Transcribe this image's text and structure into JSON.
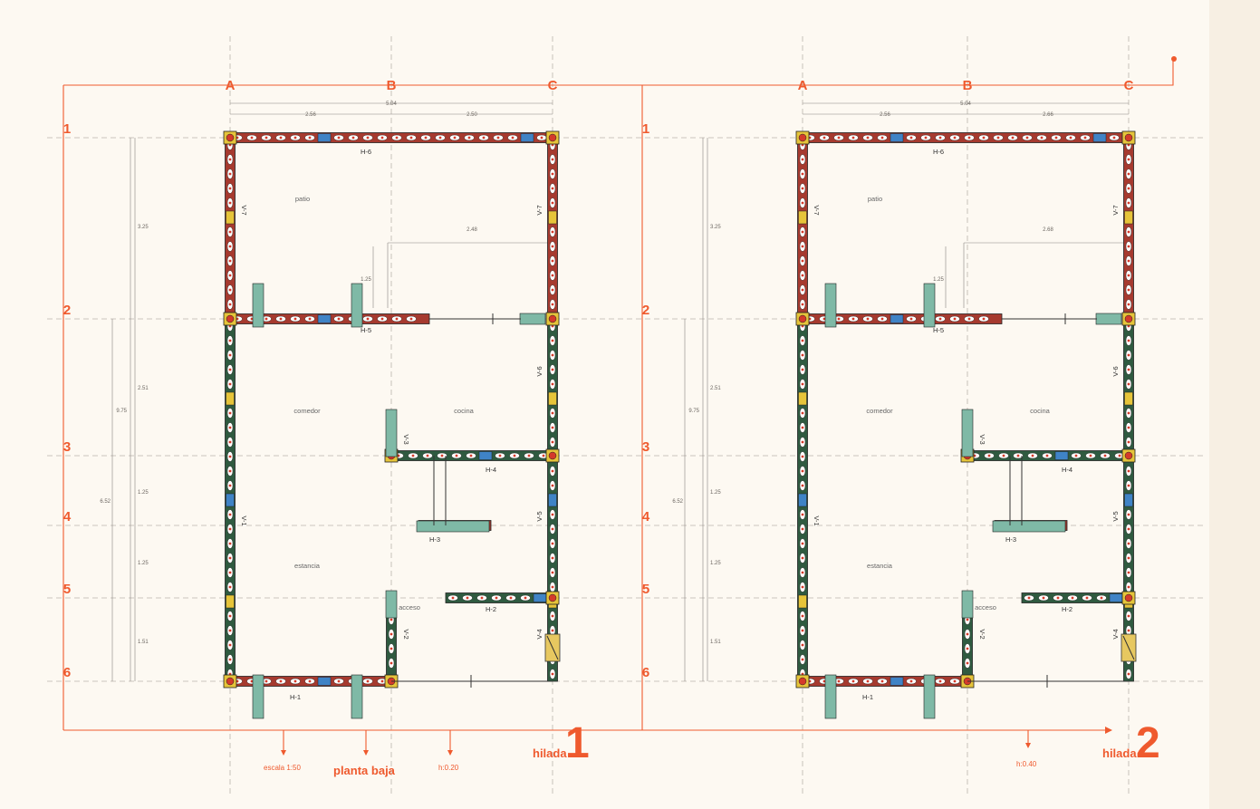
{
  "columns": [
    "A",
    "B",
    "C"
  ],
  "rows": [
    "1",
    "2",
    "3",
    "4",
    "5",
    "6"
  ],
  "colors": {
    "accent": "#ef5a2e",
    "wall_red": "#a63a2f",
    "wall_green": "#2f5a40",
    "block_blue": "#3f83c6",
    "block_yellow": "#e6c43a",
    "block_orange": "#e68a2a",
    "block_navy": "#1f2a66",
    "pad_teal": "#7fb9a6"
  },
  "plans": [
    {
      "dims": {
        "top_total": "5.04",
        "top_left": "2.56",
        "top_right": "2.50",
        "patio_height": "3.25",
        "inner_width": "2.48",
        "inner_height": "1.25",
        "total_height": "9.75",
        "lower_total": "6.52",
        "seg_2_3": "2.51",
        "seg_3_4": "1.25",
        "seg_4_5": "1.25",
        "seg_5_6": "1.51"
      },
      "rooms": [
        "patio",
        "comedor",
        "cocina",
        "estancia",
        "acceso"
      ],
      "walls": [
        "H-6",
        "H-5",
        "H-4",
        "H-3",
        "H-2",
        "H-1",
        "V-7",
        "V-7",
        "V-6",
        "V-5",
        "V-4",
        "V-3",
        "V-2",
        "V-1"
      ],
      "hilada_word": "hilada",
      "hilada_num": "1"
    },
    {
      "dims": {
        "top_total": "5.04",
        "top_left": "2.56",
        "top_right": "2.66",
        "patio_height": "3.25",
        "inner_width": "2.68",
        "inner_height": "1.25",
        "total_height": "9.75",
        "lower_total": "6.52",
        "seg_2_3": "2.51",
        "seg_3_4": "1.25",
        "seg_4_5": "1.25",
        "seg_5_6": "1.51"
      },
      "rooms": [
        "patio",
        "comedor",
        "cocina",
        "estancia",
        "acceso"
      ],
      "walls": [
        "H-6",
        "H-5",
        "H-4",
        "H-3",
        "H-2",
        "H-1",
        "V-7",
        "V-7",
        "V-6",
        "V-5",
        "V-4",
        "V-3",
        "V-2",
        "V-1"
      ],
      "hilada_word": "hilada",
      "hilada_num": "2"
    }
  ],
  "notes": {
    "scale": "escala 1:50",
    "level_title": "planta baja",
    "height_1": "h:0.20",
    "height_2": "h:0.40"
  }
}
